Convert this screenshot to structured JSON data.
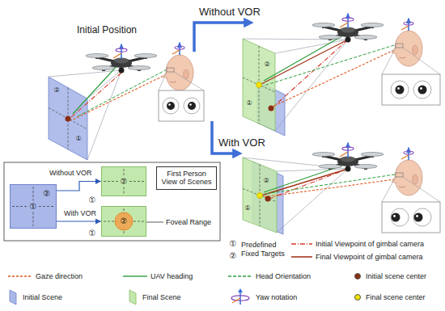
{
  "diagram": {
    "nodes": [
      {
        "text": [
          "First Person View of Scenes"
        ]
      },
      {
        "text": [
          "①",
          "②"
        ]
      },
      {
        "text": [
          "②"
        ]
      },
      {
        "text": [
          "②"
        ]
      }
    ],
    "edges": [
      {
        "from": 1,
        "to": 2,
        "arrow": "to",
        "label": "Without VOR"
      },
      {
        "from": 1,
        "to": 3,
        "arrow": "to",
        "label": "With VOR"
      }
    ],
    "labels": [
      "Initial Position",
      "Without VOR",
      "With VOR",
      "②",
      "①",
      "②",
      "①",
      "②",
      "①",
      "①",
      "①",
      "Foveal Range",
      "①",
      "②"
    ],
    "legend": [
      {
        "text": "Predefined Fixed Targets"
      },
      {
        "text": "Initial Viewpoint of gimbal camera"
      },
      {
        "text": "Final Viewpoint of gimbal camera"
      },
      {
        "text": "Gaze direction"
      },
      {
        "text": "UAV heading"
      },
      {
        "text": "Head Orientation"
      },
      {
        "text": "Initial scene center",
        "color": "#8b2e12"
      },
      {
        "text": "Initial Scene"
      },
      {
        "text": "Final Scene"
      },
      {
        "text": "Yaw notation"
      },
      {
        "text": "Final scene center",
        "color": "#f2e400"
      }
    ]
  }
}
